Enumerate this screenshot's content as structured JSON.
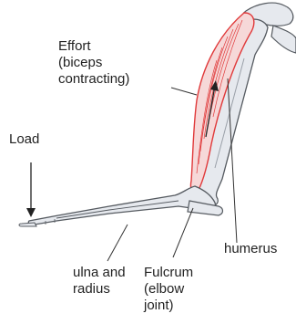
{
  "labels": {
    "effort": [
      "Effort",
      "(biceps",
      "contracting)"
    ],
    "load": "Load",
    "humerus": "humerus",
    "ulna_radius": [
      "ulna and",
      "radius"
    ],
    "fulcrum": [
      "Fulcrum",
      "(elbow",
      "joint)"
    ]
  },
  "colors": {
    "bone_fill": "#e6e9ee",
    "bone_outline": "#555a60",
    "muscle_fill": "#f6d8d8",
    "muscle_outline": "#e0393a",
    "pointer_lines": "#333333"
  }
}
